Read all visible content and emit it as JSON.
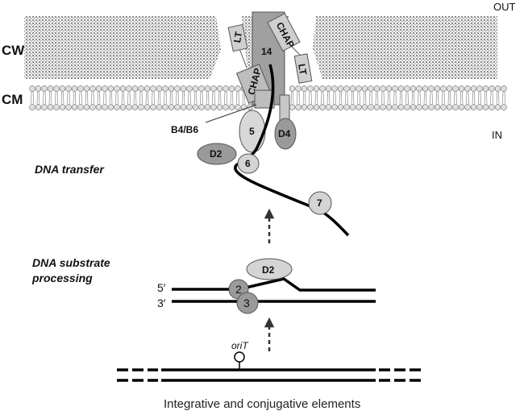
{
  "labels": {
    "out": "OUT",
    "in": "IN",
    "cw": "CW",
    "cm": "CM",
    "b4b6": "B4/B6",
    "lt": "LT",
    "chap": "CHAP",
    "p14": "14",
    "p5": "5",
    "p6": "6",
    "p7": "7",
    "d2": "D2",
    "d4": "D4",
    "d2_processing": "D2",
    "p2": "2",
    "p3": "3",
    "five_prime": "5′",
    "three_prime": "3′",
    "oriT": "oriT"
  },
  "stages": {
    "transfer": "DNA transfer",
    "processing_line1": "DNA substrate",
    "processing_line2": "processing"
  },
  "caption": "Integrative and conjugative elements",
  "colors": {
    "dark_protein": "#9a9a9a",
    "light_protein": "#d4d4d4",
    "box_fill": "#c8c8c8",
    "dna": "#000000"
  }
}
